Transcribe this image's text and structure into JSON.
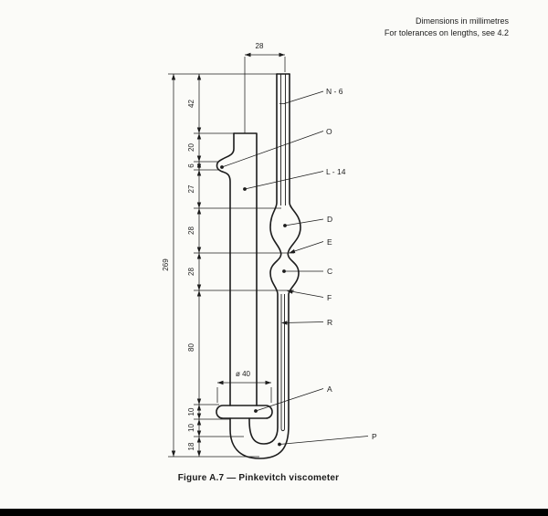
{
  "page": {
    "note_line1": "Dimensions in millimetres",
    "note_line2": "For tolerances on lengths, see 4.2",
    "caption": "Figure A.7 — Pinkevitch viscometer"
  },
  "part_labels": {
    "n": "N - 6",
    "o": "O",
    "l": "L - 14",
    "d": "D",
    "e": "E",
    "c": "C",
    "f": "F",
    "r": "R",
    "a": "A",
    "p": "P"
  },
  "dimensions": {
    "top_width": "28",
    "overall_height": "269",
    "chain": [
      "42",
      "20",
      "6",
      "27",
      "28",
      "28",
      "80",
      "10",
      "10",
      "18"
    ],
    "bulb_a_diameter": "ø 40"
  },
  "colors": {
    "line": "#1c1c1c",
    "background": "#fbfbf8",
    "footer_bar": "#000000"
  }
}
